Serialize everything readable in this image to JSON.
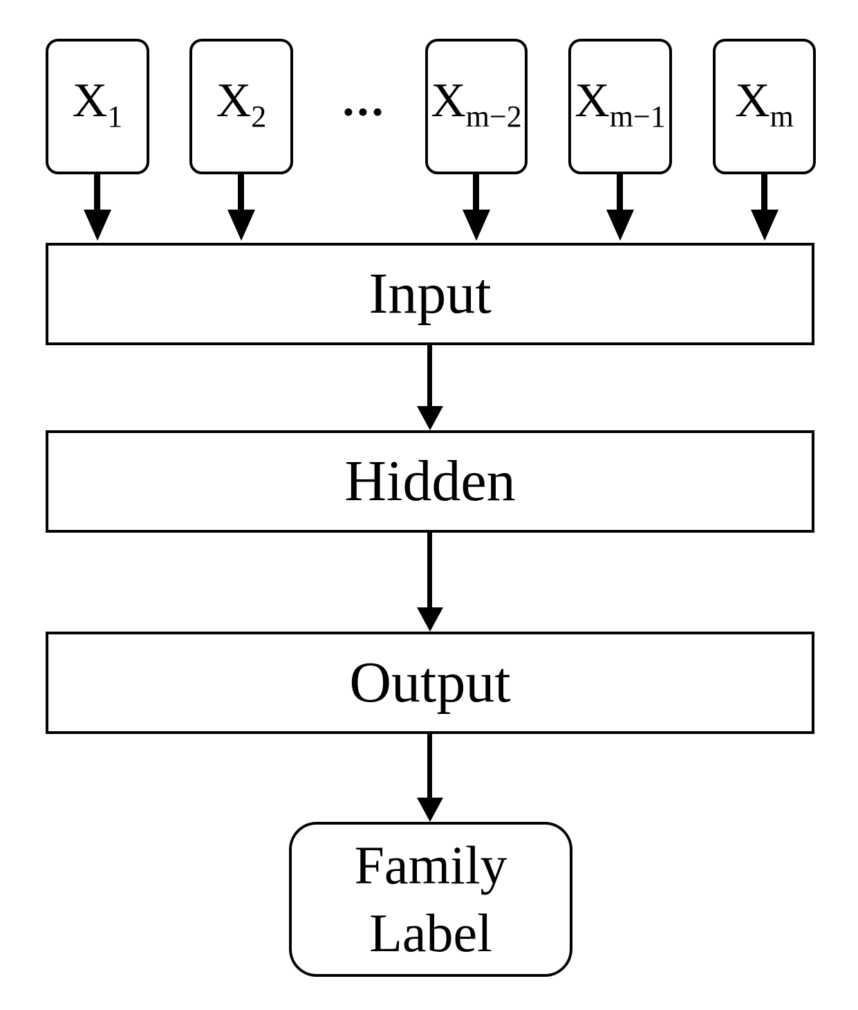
{
  "colors": {
    "stroke": "#000000",
    "background": "#ffffff"
  },
  "diagram": {
    "input_nodes": [
      {
        "base": "X",
        "sub": "1"
      },
      {
        "base": "X",
        "sub": "2"
      },
      {
        "base": "X",
        "sub": "m−2"
      },
      {
        "base": "X",
        "sub": "m−1"
      },
      {
        "base": "X",
        "sub": "m"
      }
    ],
    "ellipsis": "•••",
    "layers": [
      {
        "label": "Input"
      },
      {
        "label": "Hidden"
      },
      {
        "label": "Output"
      }
    ],
    "output_node": {
      "line1": "Family",
      "line2": "Label"
    }
  }
}
